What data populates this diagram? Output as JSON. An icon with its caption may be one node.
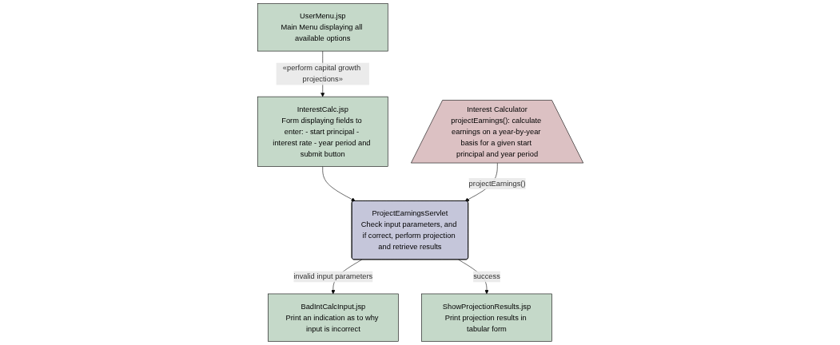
{
  "diagram": {
    "nodes": [
      {
        "text": [
          "UserMenu.jsp",
          "Main Menu displaying all available options"
        ]
      },
      {
        "text": [
          "InterestCalc.jsp",
          "Form displaying fields to enter: - start principal - interest rate - year period and submit button"
        ]
      },
      {
        "text": [
          "Interest Calculator",
          "projectEarnings(): calculate earnings on a year-by-year basis for a given start principal and year period"
        ]
      },
      {
        "text": [
          "BadIntCalcInput.jsp",
          "Print an indication as to why input is incorrect"
        ]
      },
      {
        "text": [
          "ProjectEarningsServlet",
          "Check input parameters, and if correct, perform projection and retrieve results"
        ]
      },
      {
        "text": [
          "ShowProjectionResults.jsp",
          "Print projection results in tabular form"
        ]
      }
    ],
    "edges": [
      {
        "from": 0,
        "to": 1,
        "arrow": "to",
        "label": "«perform capital growth projections»"
      },
      {
        "from": 1,
        "to": 4,
        "arrow": "to"
      },
      {
        "from": 2,
        "to": 4,
        "arrow": "to",
        "label": "projectEarnings()"
      },
      {
        "from": 4,
        "to": 3,
        "arrow": "to",
        "label": "invalid input parameters"
      },
      {
        "from": 4,
        "to": 5,
        "arrow": "to",
        "label": "success"
      }
    ]
  }
}
